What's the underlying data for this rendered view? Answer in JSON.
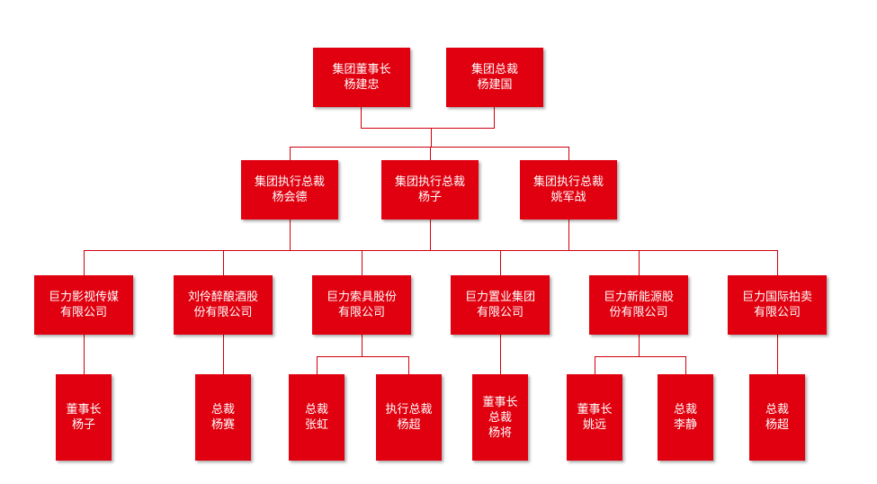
{
  "chart_data": {
    "type": "org-chart",
    "nodes": [
      {
        "id": "chairman",
        "lines": [
          "集团董事长",
          "杨建忠"
        ],
        "parent": null
      },
      {
        "id": "president",
        "lines": [
          "集团总裁",
          "杨建国"
        ],
        "parent": null
      },
      {
        "id": "exec-1",
        "lines": [
          "集团执行总裁",
          "杨会德"
        ],
        "parent": "top"
      },
      {
        "id": "exec-2",
        "lines": [
          "集团执行总裁",
          "杨子"
        ],
        "parent": "top"
      },
      {
        "id": "exec-3",
        "lines": [
          "集团执行总裁",
          "姚军战"
        ],
        "parent": "top"
      },
      {
        "id": "co-film",
        "lines": [
          "巨力影视传媒",
          "有限公司"
        ],
        "parent": "exec"
      },
      {
        "id": "co-liquor",
        "lines": [
          "刘伶醉酿酒股",
          "份有限公司"
        ],
        "parent": "exec"
      },
      {
        "id": "co-rigging",
        "lines": [
          "巨力索具股份",
          "有限公司"
        ],
        "parent": "exec"
      },
      {
        "id": "co-realestate",
        "lines": [
          "巨力置业集团",
          "有限公司"
        ],
        "parent": "exec"
      },
      {
        "id": "co-energy",
        "lines": [
          "巨力新能源股",
          "份有限公司"
        ],
        "parent": "exec"
      },
      {
        "id": "co-auction",
        "lines": [
          "巨力国际拍卖",
          "有限公司"
        ],
        "parent": "exec"
      },
      {
        "id": "mgr-film",
        "lines": [
          "董事长",
          "杨子"
        ],
        "parent": "co-film"
      },
      {
        "id": "mgr-liquor",
        "lines": [
          "总裁",
          "杨赛"
        ],
        "parent": "co-liquor"
      },
      {
        "id": "mgr-rigging-1",
        "lines": [
          "总裁",
          "张虹"
        ],
        "parent": "co-rigging"
      },
      {
        "id": "mgr-rigging-2",
        "lines": [
          "执行总裁",
          "杨超"
        ],
        "parent": "co-rigging"
      },
      {
        "id": "mgr-realestate",
        "lines": [
          "董事长",
          "总裁",
          "杨将"
        ],
        "parent": "co-realestate"
      },
      {
        "id": "mgr-energy-1",
        "lines": [
          "董事长",
          "姚远"
        ],
        "parent": "co-energy"
      },
      {
        "id": "mgr-energy-2",
        "lines": [
          "总裁",
          "李静"
        ],
        "parent": "co-energy"
      },
      {
        "id": "mgr-auction",
        "lines": [
          "总裁",
          "杨超"
        ],
        "parent": "co-auction"
      }
    ]
  }
}
